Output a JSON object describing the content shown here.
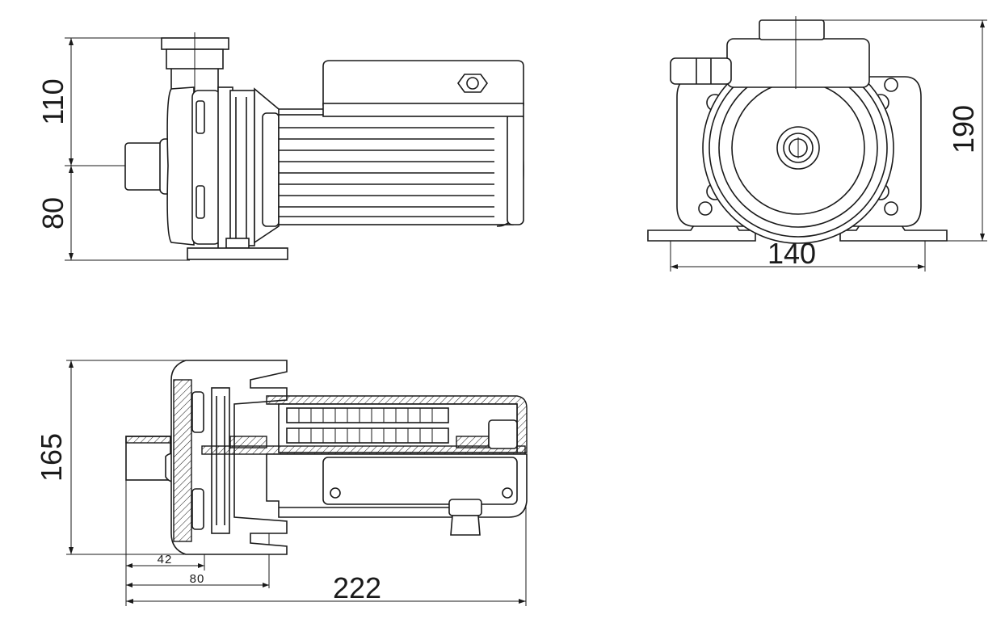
{
  "views": {
    "side": {
      "dims": {
        "upper": "110",
        "lower": "80"
      }
    },
    "front": {
      "dims": {
        "height": "190",
        "width": "140"
      }
    },
    "section": {
      "dims": {
        "height": "165",
        "inlet": "42",
        "outlet": "80",
        "length": "222"
      }
    }
  },
  "colors": {
    "line": "#1a1a1a",
    "background": "#ffffff"
  }
}
